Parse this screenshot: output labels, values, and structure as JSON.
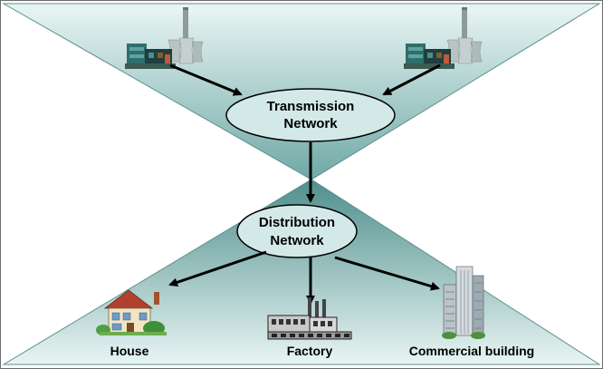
{
  "diagram": {
    "transmission_network": {
      "line1": "Transmission",
      "line2": "Network"
    },
    "distribution_network": {
      "line1": "Distribution",
      "line2": "Network"
    },
    "consumers": {
      "house": "House",
      "factory": "Factory",
      "commercial_building": "Commercial building"
    }
  },
  "colors": {
    "background": "#ffffff",
    "triangle_fill_light": "#eaf6f5",
    "triangle_fill_dark": "#6fa9a6",
    "outline": "#000000"
  },
  "icons": [
    "power-plant-icon",
    "house-icon",
    "factory-icon",
    "commercial-building-icon"
  ]
}
